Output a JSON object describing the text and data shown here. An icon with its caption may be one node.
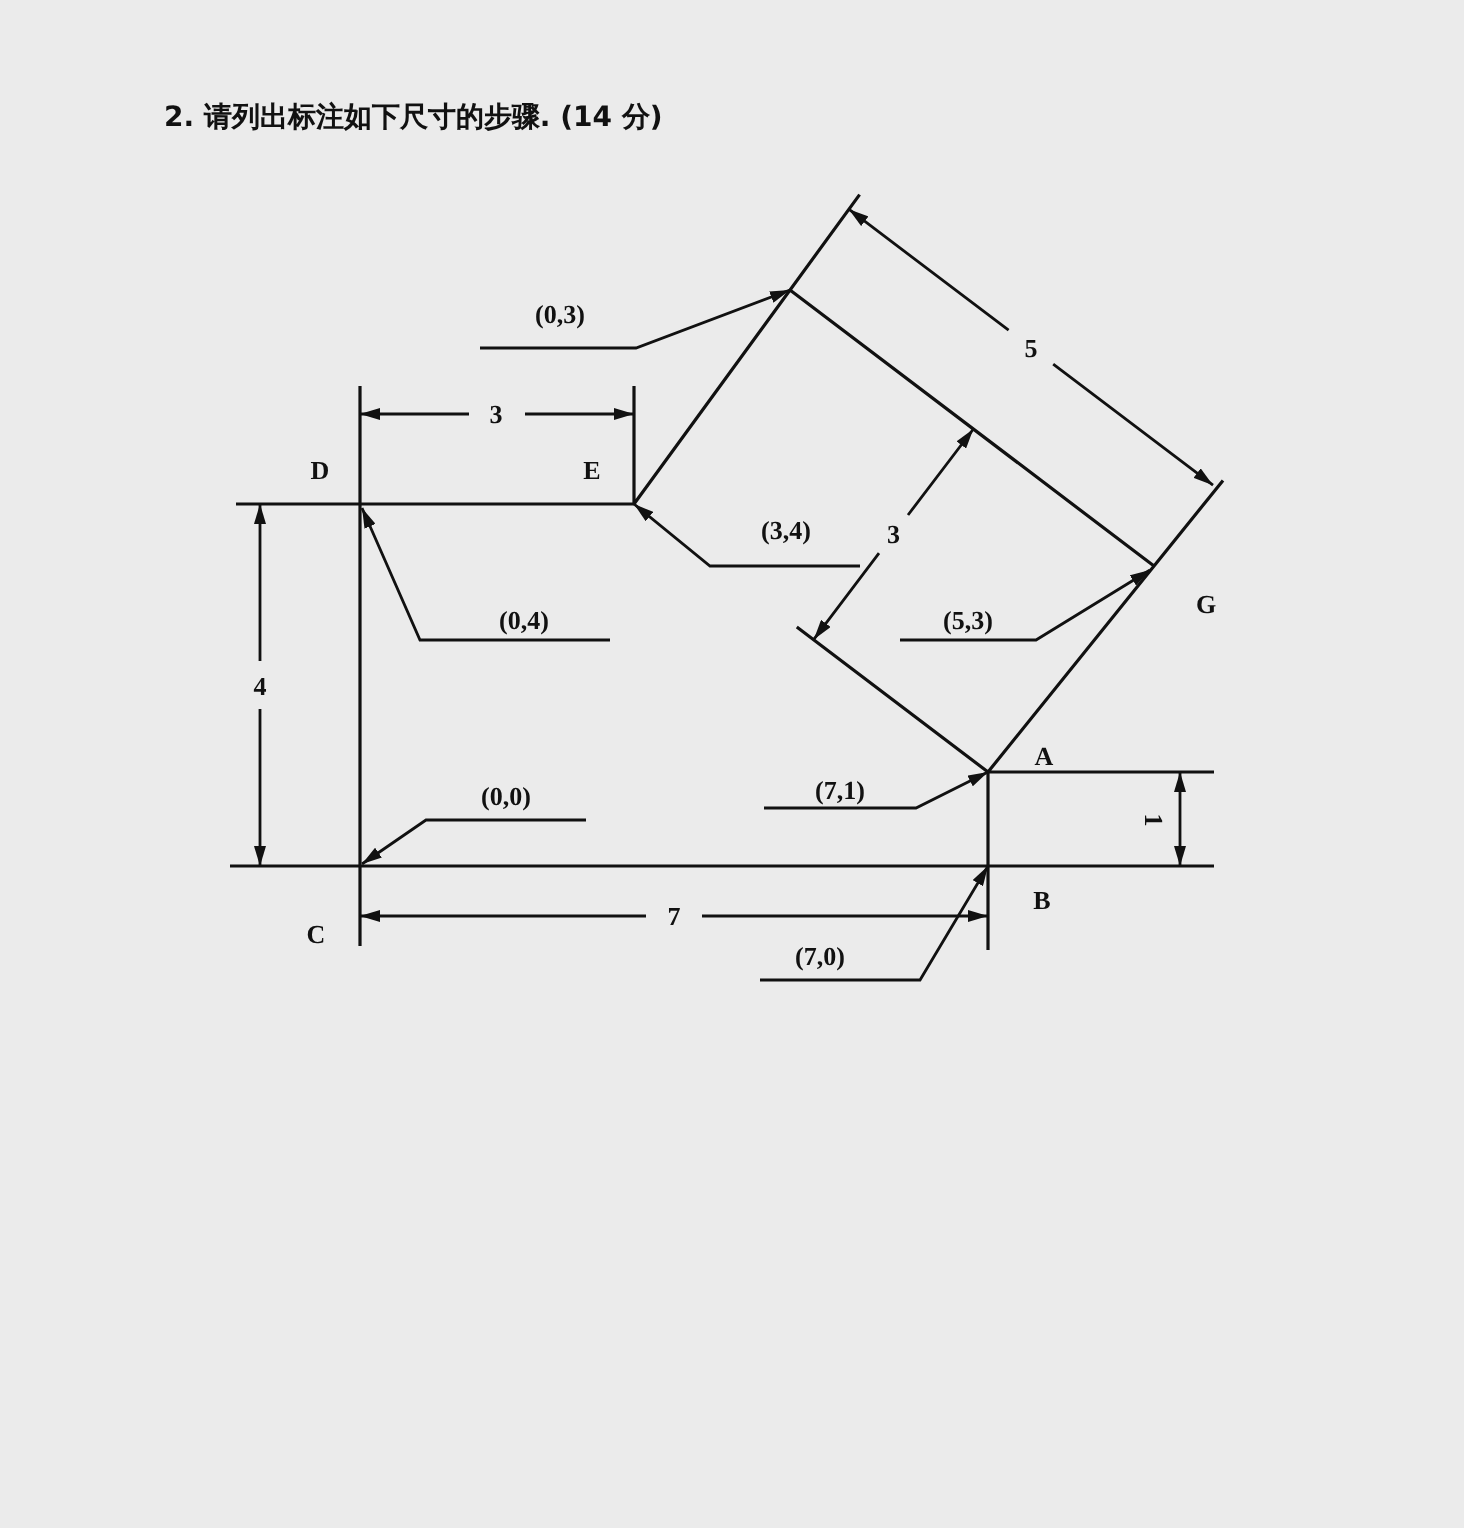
{
  "diagram": {
    "title": "2. 请列出标注如下尺寸的步骤. (14 分)",
    "nodes": [
      {
        "text": [
          "(0,3)"
        ]
      },
      {
        "text": [
          "(3,4)"
        ]
      },
      {
        "text": [
          "(0,4)"
        ]
      },
      {
        "text": [
          "(5,3)"
        ]
      },
      {
        "text": [
          "(7,1)"
        ]
      },
      {
        "text": [
          "(0,0)"
        ]
      },
      {
        "text": [
          "(7,0)"
        ]
      }
    ],
    "edges": [
      {
        "from": 0,
        "to": null,
        "arrow": "to"
      },
      {
        "from": 1,
        "to": null,
        "arrow": "to"
      },
      {
        "from": 2,
        "to": null,
        "arrow": "to"
      },
      {
        "from": 3,
        "to": null,
        "arrow": "to"
      },
      {
        "from": 4,
        "to": null,
        "arrow": "to"
      },
      {
        "from": 5,
        "to": null,
        "arrow": "to"
      },
      {
        "from": 6,
        "to": null,
        "arrow": "to"
      }
    ],
    "labels": [
      "5",
      "3",
      "D",
      "E",
      "3",
      "G",
      "4",
      "A",
      "1",
      "7",
      "B",
      "C"
    ]
  }
}
